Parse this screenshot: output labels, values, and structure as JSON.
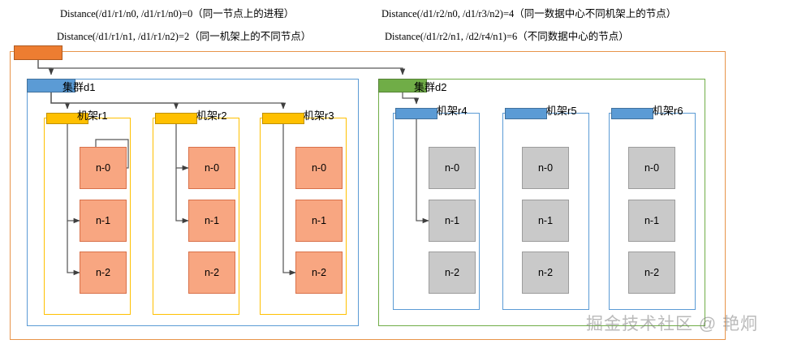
{
  "formulas": [
    "Distance(/d1/r1/n0, /d1/r1/n0)=0（同一节点上的进程）",
    "Distance(/d1/r1/n1, /d1/r1/n2)=2（同一机架上的不同节点）",
    "Distance(/d1/r2/n0, /d1/r3/n2)=4（同一数据中心不同机架上的节点）",
    "Distance(/d1/r2/n1, /d2/r4/n1)=6（不同数据中心的节点）"
  ],
  "clusters": [
    {
      "id": "d1",
      "label": "集群d1",
      "accent": "#5B9BD5",
      "racks": [
        {
          "id": "r1",
          "label": "机架r1",
          "accent": "#FFC000",
          "nodes": [
            {
              "label": "n-0"
            },
            {
              "label": "n-1"
            },
            {
              "label": "n-2"
            }
          ]
        },
        {
          "id": "r2",
          "label": "机架r2",
          "accent": "#FFC000",
          "nodes": [
            {
              "label": "n-0"
            },
            {
              "label": "n-1"
            },
            {
              "label": "n-2"
            }
          ]
        },
        {
          "id": "r3",
          "label": "机架r3",
          "accent": "#FFC000",
          "nodes": [
            {
              "label": "n-0"
            },
            {
              "label": "n-1"
            },
            {
              "label": "n-2"
            }
          ]
        }
      ]
    },
    {
      "id": "d2",
      "label": "集群d2",
      "accent": "#70AD47",
      "racks": [
        {
          "id": "r4",
          "label": "机架r4",
          "accent": "#5B9BD5",
          "nodes": [
            {
              "label": "n-0"
            },
            {
              "label": "n-1"
            },
            {
              "label": "n-2"
            }
          ]
        },
        {
          "id": "r5",
          "label": "机架r5",
          "accent": "#5B9BD5",
          "nodes": [
            {
              "label": "n-0"
            },
            {
              "label": "n-1"
            },
            {
              "label": "n-2"
            }
          ]
        },
        {
          "id": "r6",
          "label": "机架r6",
          "accent": "#5B9BD5",
          "nodes": [
            {
              "label": "n-0"
            },
            {
              "label": "n-1"
            },
            {
              "label": "n-2"
            }
          ]
        }
      ]
    }
  ],
  "root": {
    "accent": "#ED7D31"
  },
  "watermark": "掘金技术社区 @ 艳炯",
  "colors": {
    "root_orange": "#ED7D31",
    "cluster_blue": "#5B9BD5",
    "cluster_green": "#70AD47",
    "rack_yellow": "#FFC000",
    "node_orange": "#F8A681",
    "node_gray": "#C9C9C9",
    "connector": "#595959"
  }
}
